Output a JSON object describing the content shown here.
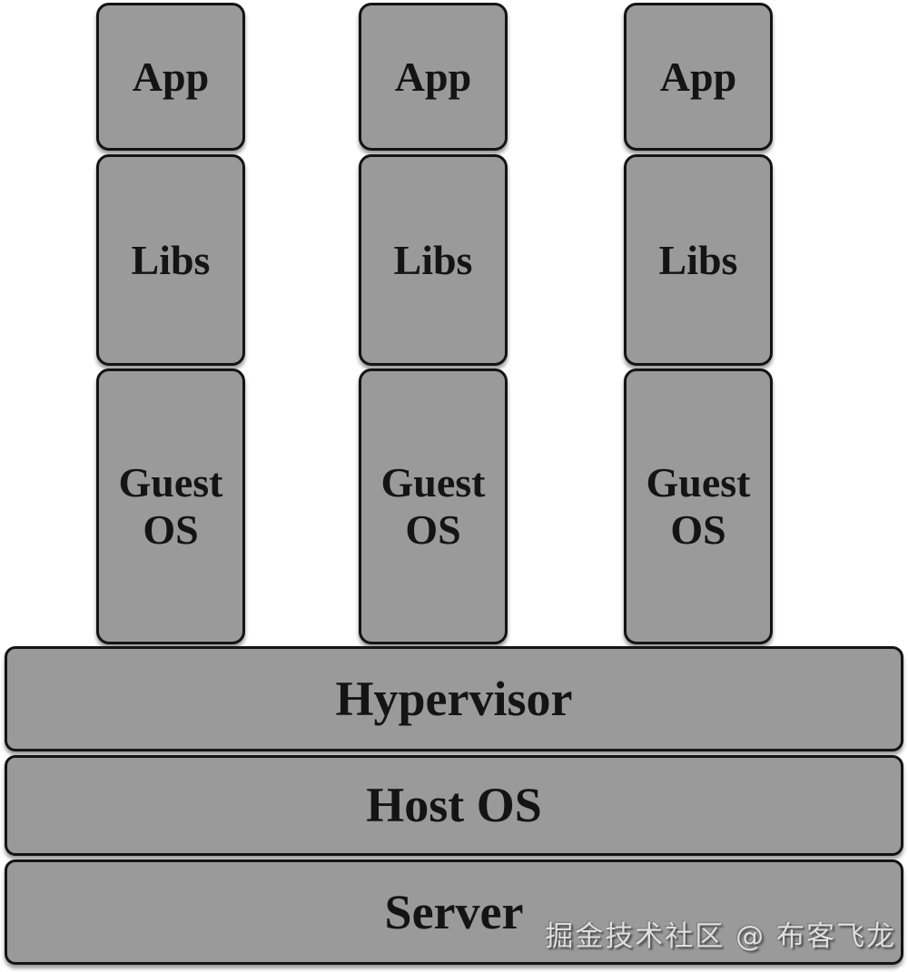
{
  "colors": {
    "background": "#ffffff",
    "box_fill": "#9a9a9a",
    "box_border": "#141414",
    "label_text": "#141414",
    "watermark_text": "#dedede"
  },
  "columns": [
    {
      "app": "App",
      "libs": "Libs",
      "guest_os": "Guest OS"
    },
    {
      "app": "App",
      "libs": "Libs",
      "guest_os": "Guest OS"
    },
    {
      "app": "App",
      "libs": "Libs",
      "guest_os": "Guest OS"
    }
  ],
  "layers": {
    "hypervisor": "Hypervisor",
    "host_os": "Host OS",
    "server": "Server"
  },
  "watermark": "掘金技术社区 @ 布客飞龙"
}
